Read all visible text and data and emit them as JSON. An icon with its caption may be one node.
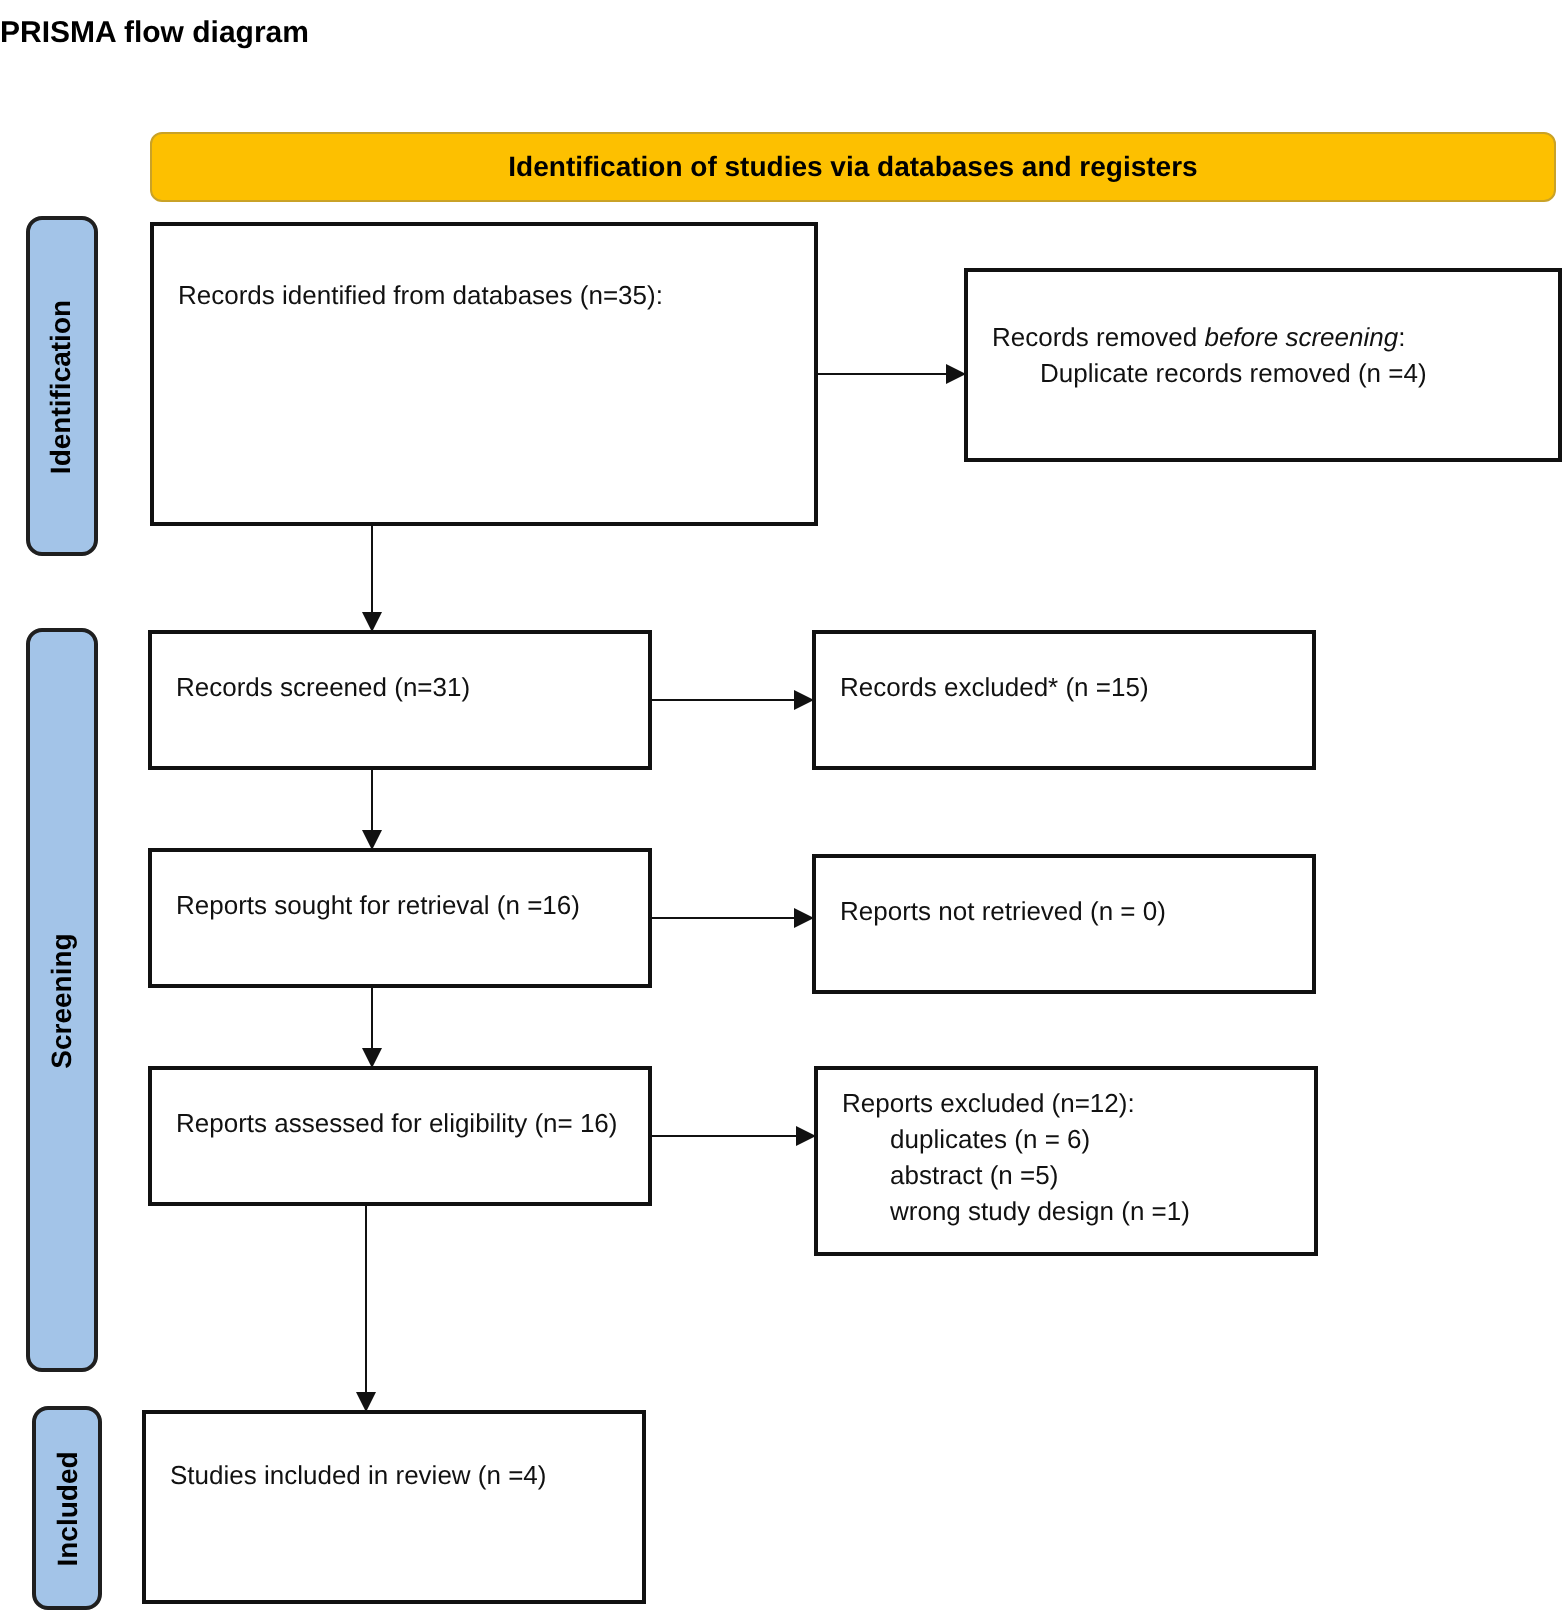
{
  "diagram": {
    "title": "PRISMA flow diagram",
    "nodes": [
      {
        "text": [
          "Identification of studies via databases and registers"
        ]
      },
      {
        "text": [
          "Identification"
        ]
      },
      {
        "text": [
          "Screening"
        ]
      },
      {
        "text": [
          "Included"
        ]
      },
      {
        "text": [
          "Records identified from databases (n=35):"
        ]
      },
      {
        "text": [
          "Records removed *before screening*:",
          "Duplicate records removed (n =4)"
        ]
      },
      {
        "text": [
          "Records screened (n=31)"
        ]
      },
      {
        "text": [
          "Records excluded* (n =15)"
        ]
      },
      {
        "text": [
          "Reports sought for retrieval (n =16)"
        ]
      },
      {
        "text": [
          "Reports not retrieved (n = 0)"
        ]
      },
      {
        "text": [
          "Reports assessed for eligibility (n= 16)"
        ]
      },
      {
        "text": [
          "Reports excluded (n=12):",
          "duplicates (n = 6)",
          "abstract (n =5)",
          "wrong study design (n =1)"
        ]
      },
      {
        "text": [
          "Studies included in review (n =4)"
        ]
      }
    ],
    "edges": [
      {
        "from": 4,
        "to": 5,
        "arrow": "to"
      },
      {
        "from": 4,
        "to": 6,
        "arrow": "to"
      },
      {
        "from": 6,
        "to": 7,
        "arrow": "to"
      },
      {
        "from": 6,
        "to": 8,
        "arrow": "to"
      },
      {
        "from": 8,
        "to": 9,
        "arrow": "to"
      },
      {
        "from": 8,
        "to": 10,
        "arrow": "to"
      },
      {
        "from": 10,
        "to": 11,
        "arrow": "to"
      },
      {
        "from": 10,
        "to": 12,
        "arrow": "to"
      }
    ]
  }
}
